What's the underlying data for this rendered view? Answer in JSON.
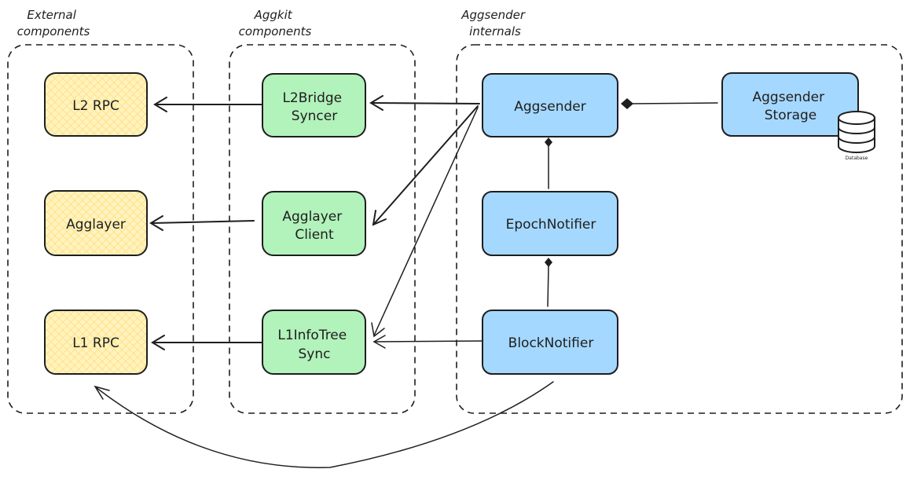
{
  "groups": {
    "external": [
      "External",
      "components"
    ],
    "aggkit": [
      "Aggkit",
      "components"
    ],
    "aggsender": [
      "Aggsender",
      "internals"
    ]
  },
  "nodes": {
    "l2rpc": [
      "L2 RPC"
    ],
    "agglayer": [
      "Agglayer"
    ],
    "l1rpc": [
      "L1 RPC"
    ],
    "l2bridge": [
      "L2Bridge",
      "Syncer"
    ],
    "agglayer_client": [
      "Agglayer",
      "Client"
    ],
    "l1infotree": [
      "L1InfoTree",
      "Sync"
    ],
    "aggsender": [
      "Aggsender"
    ],
    "epoch_notifier": [
      "EpochNotifier"
    ],
    "block_notifier": [
      "BlockNotifier"
    ],
    "storage": [
      "Aggsender",
      "Storage"
    ]
  },
  "database_icon": {
    "name": "database-icon",
    "label": "Database"
  },
  "colors": {
    "external_fill": "#fff3bf",
    "external_hatch": "#ffe38a",
    "aggkit_fill": "#b2f2bb",
    "internal_fill": "#a5d8ff",
    "stroke": "#1e1e1e"
  }
}
